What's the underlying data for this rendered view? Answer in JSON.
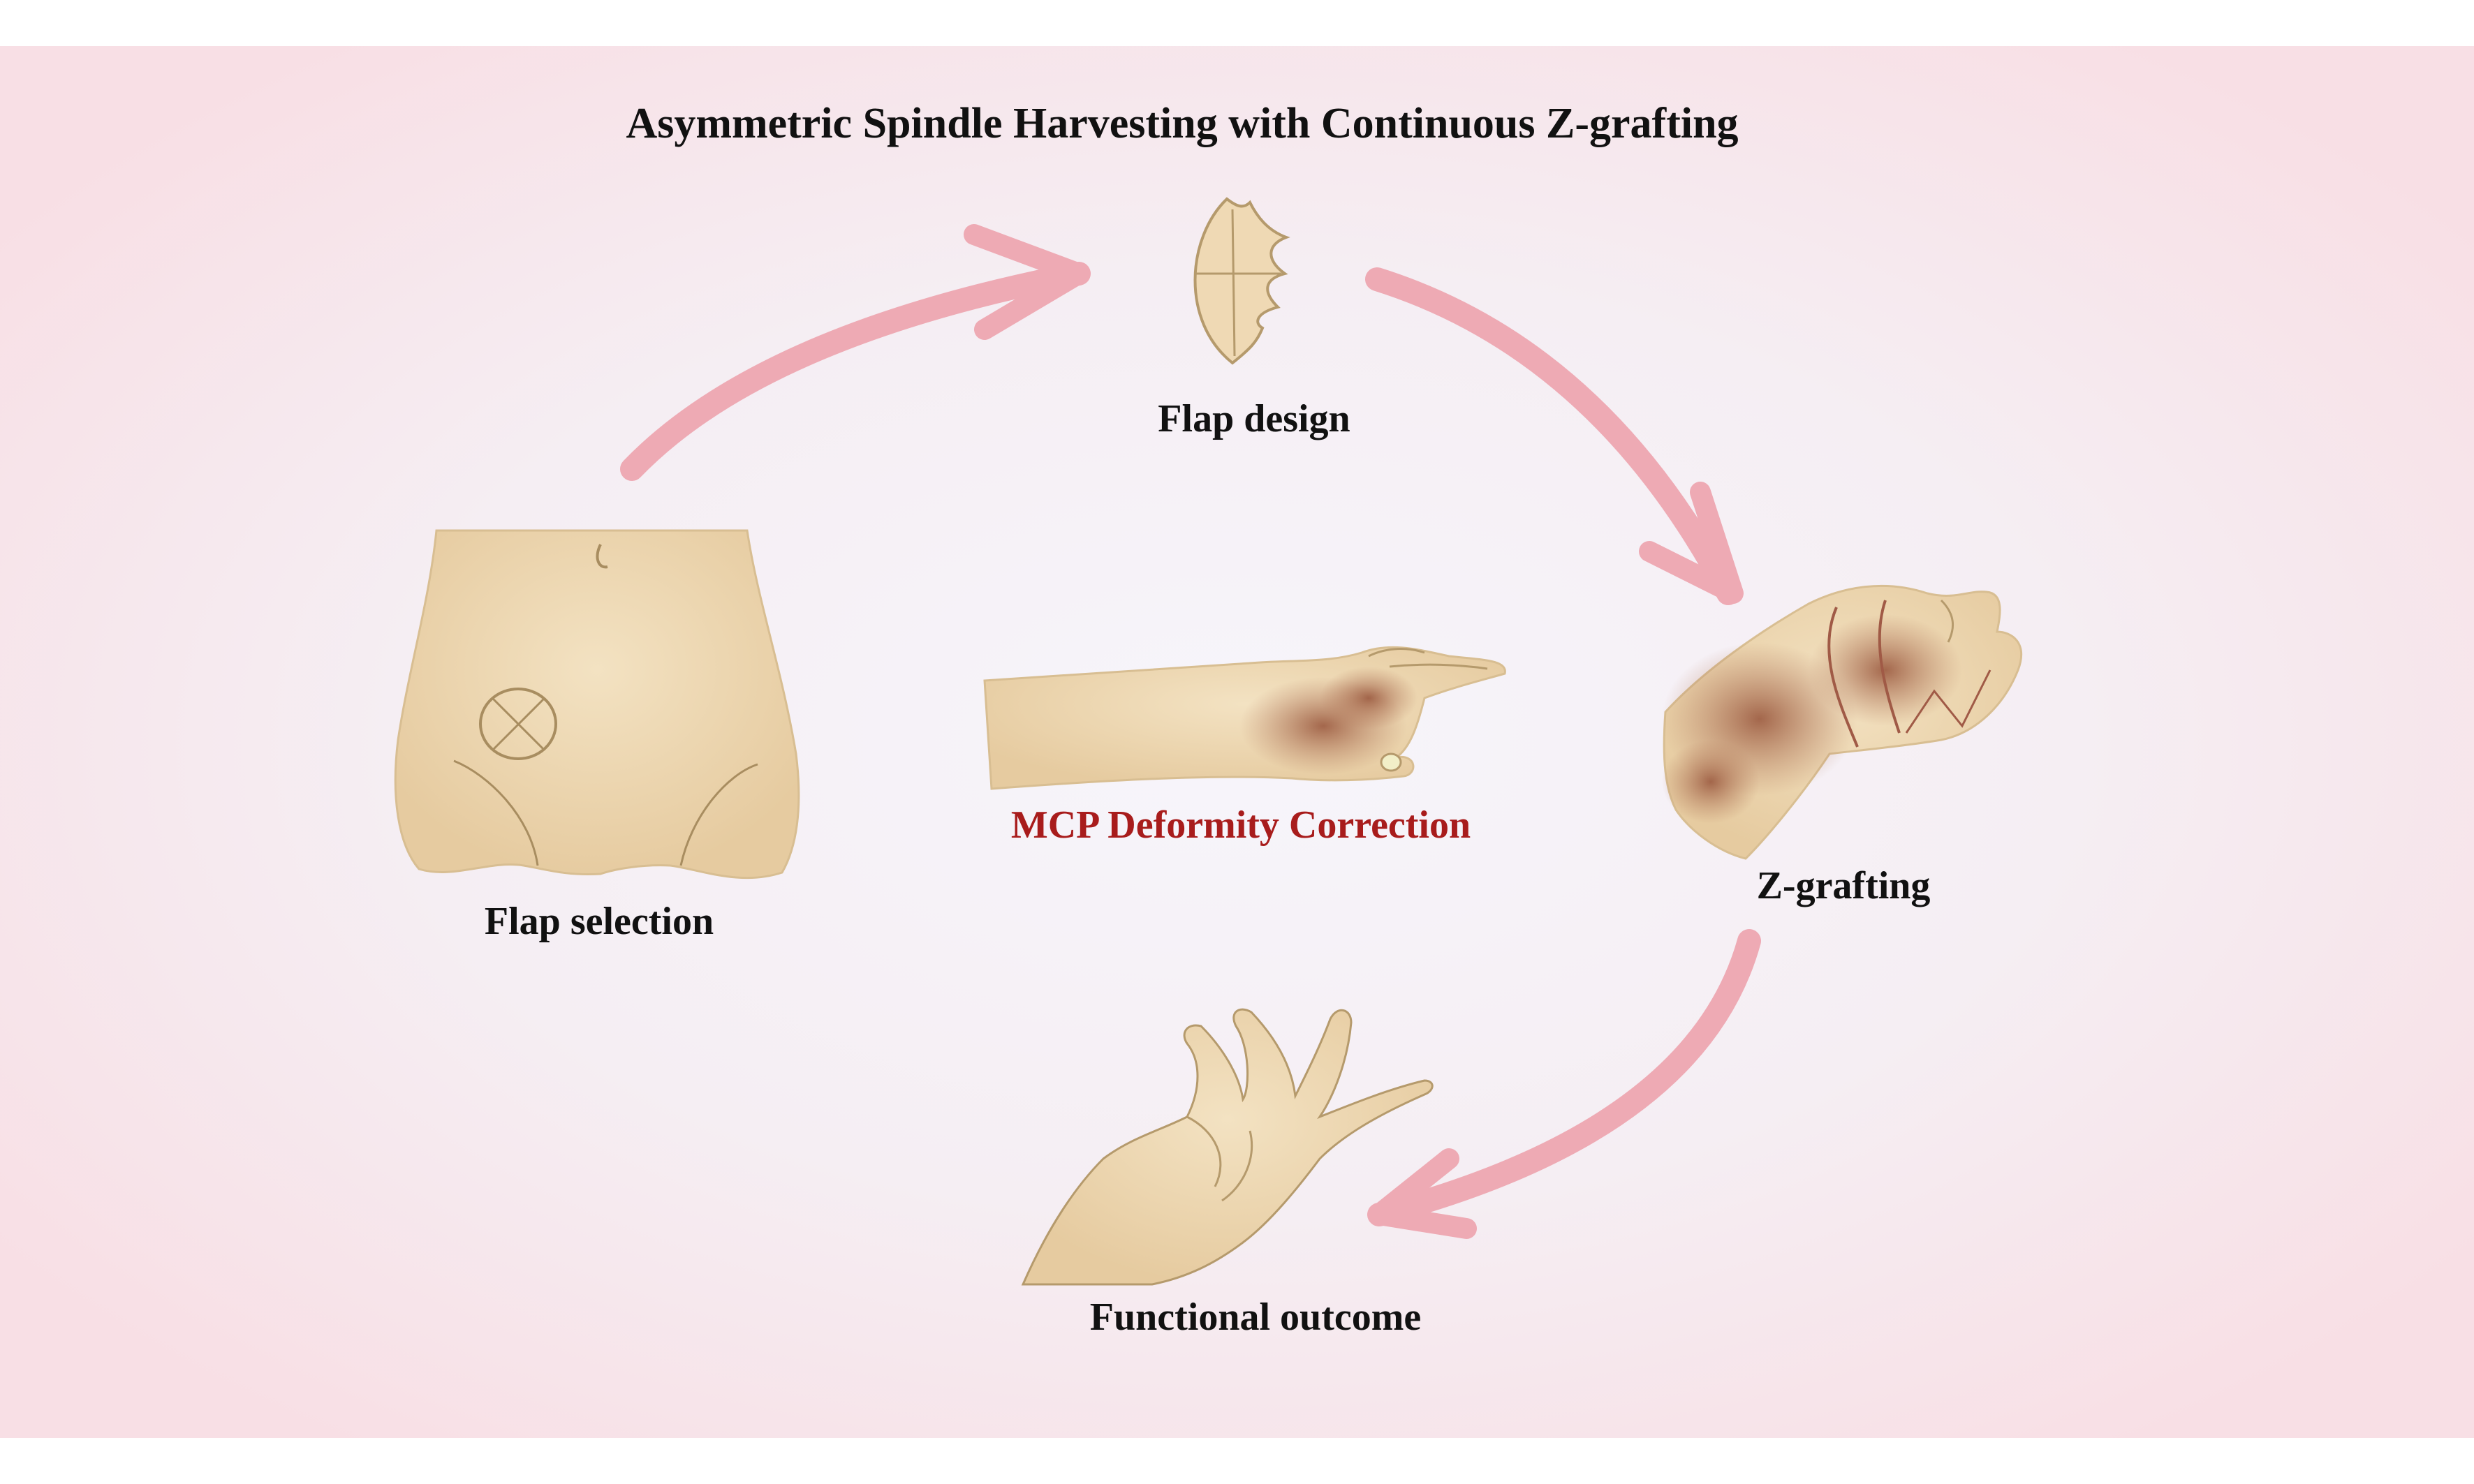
{
  "title": "Asymmetric Spindle Harvesting with Continuous Z-grafting",
  "stages": {
    "flap_design": "Flap design",
    "flap_selection": "Flap selection",
    "z_grafting": "Z-grafting",
    "functional_outcome": "Functional outcome"
  },
  "center": {
    "label": "MCP Deformity Correction"
  },
  "colors": {
    "background_edge": "#f8dfe5",
    "background_center": "#f7f4fa",
    "arrow": "#eeaab4",
    "skin": "#efd9b4",
    "skin_outline": "#b59a6c",
    "scar": "#a8674c",
    "center_label": "#a81c1c",
    "text": "#111111"
  }
}
